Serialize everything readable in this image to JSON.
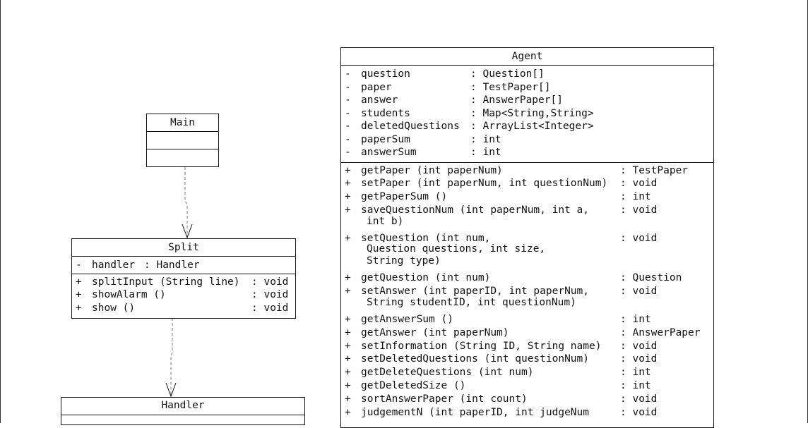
{
  "classes": {
    "main": {
      "name": "Main"
    },
    "split": {
      "name": "Split",
      "attributes": [
        {
          "vis": "-",
          "name": "handler",
          "type": ": Handler"
        }
      ],
      "methods": [
        {
          "vis": "+",
          "name": "splitInput (String line)",
          "type": ": void"
        },
        {
          "vis": "+",
          "name": "showAlarm ()",
          "type": ": void"
        },
        {
          "vis": "+",
          "name": "show ()",
          "type": ": void"
        }
      ]
    },
    "handler": {
      "name": "Handler"
    },
    "agent": {
      "name": "Agent",
      "attributes": [
        {
          "vis": "-",
          "name": "question",
          "type": ": Question[]"
        },
        {
          "vis": "-",
          "name": "paper",
          "type": ": TestPaper[]"
        },
        {
          "vis": "-",
          "name": "answer",
          "type": ": AnswerPaper[]"
        },
        {
          "vis": "-",
          "name": "students",
          "type": ": Map<String,String>"
        },
        {
          "vis": "-",
          "name": "deletedQuestions",
          "type": ": ArrayList<Integer>"
        },
        {
          "vis": "-",
          "name": "paperSum",
          "type": ": int"
        },
        {
          "vis": "-",
          "name": "answerSum",
          "type": ": int"
        }
      ],
      "methods": [
        {
          "vis": "+",
          "name": "getPaper (int paperNum)",
          "type": ": TestPaper"
        },
        {
          "vis": "+",
          "name": "setPaper (int paperNum, int questionNum)",
          "type": ": void"
        },
        {
          "vis": "+",
          "name": "getPaperSum ()",
          "type": ": int"
        },
        {
          "vis": "+",
          "name": "saveQuestionNum (int paperNum, int a,",
          "cont": "int b)",
          "type": ": void"
        },
        {
          "vis": "+",
          "name": "setQuestion (int num,",
          "cont": "Question questions, int size,\nString type)",
          "type": ": void"
        },
        {
          "vis": "+",
          "name": "getQuestion (int num)",
          "type": ": Question"
        },
        {
          "vis": "+",
          "name": "setAnswer (int paperID, int paperNum,",
          "cont": "String studentID, int questionNum)",
          "type": ": void"
        },
        {
          "vis": "+",
          "name": "getAnswerSum ()",
          "type": ": int"
        },
        {
          "vis": "+",
          "name": "getAnswer (int paperNum)",
          "type": ": AnswerPaper"
        },
        {
          "vis": "+",
          "name": "setInformation (String ID, String name)",
          "type": ": void"
        },
        {
          "vis": "+",
          "name": "setDeletedQuestions (int questionNum)",
          "type": ": void"
        },
        {
          "vis": "+",
          "name": "getDeleteQuestions (int num)",
          "type": ": int"
        },
        {
          "vis": "+",
          "name": "getDeletedSize ()",
          "type": ": int"
        },
        {
          "vis": "+",
          "name": "sortAnswerPaper (int count)",
          "type": ": void"
        },
        {
          "vis": "+",
          "name": "judgementN (int paperID, int judgeNum",
          "type": ": void"
        }
      ]
    }
  }
}
